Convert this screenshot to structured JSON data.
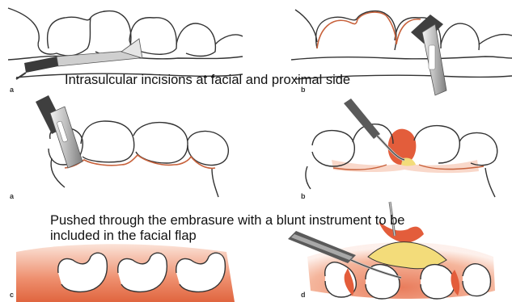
{
  "captions": {
    "top": "Intrasulcular incisions at facial and proximal side",
    "middle_line1": "Pushed through the embrasure with a blunt instrument to be",
    "middle_line2": "included in the facial flap"
  },
  "panel_labels": {
    "row1_left": "a",
    "row1_right": "b",
    "row2_left": "a",
    "row2_right": "b",
    "row3_left": "c",
    "row3_right": "d"
  },
  "colors": {
    "outline": "#333333",
    "incision": "#c8623c",
    "gingiva": "#e8876a",
    "gingiva_light": "#f6c8b4",
    "papilla_dark": "#e35d3b",
    "yellow": "#f3dc7a",
    "instrument_light": "#dcdcdc",
    "instrument_mid": "#9a9a9a",
    "instrument_dark": "#3a3a3a"
  }
}
